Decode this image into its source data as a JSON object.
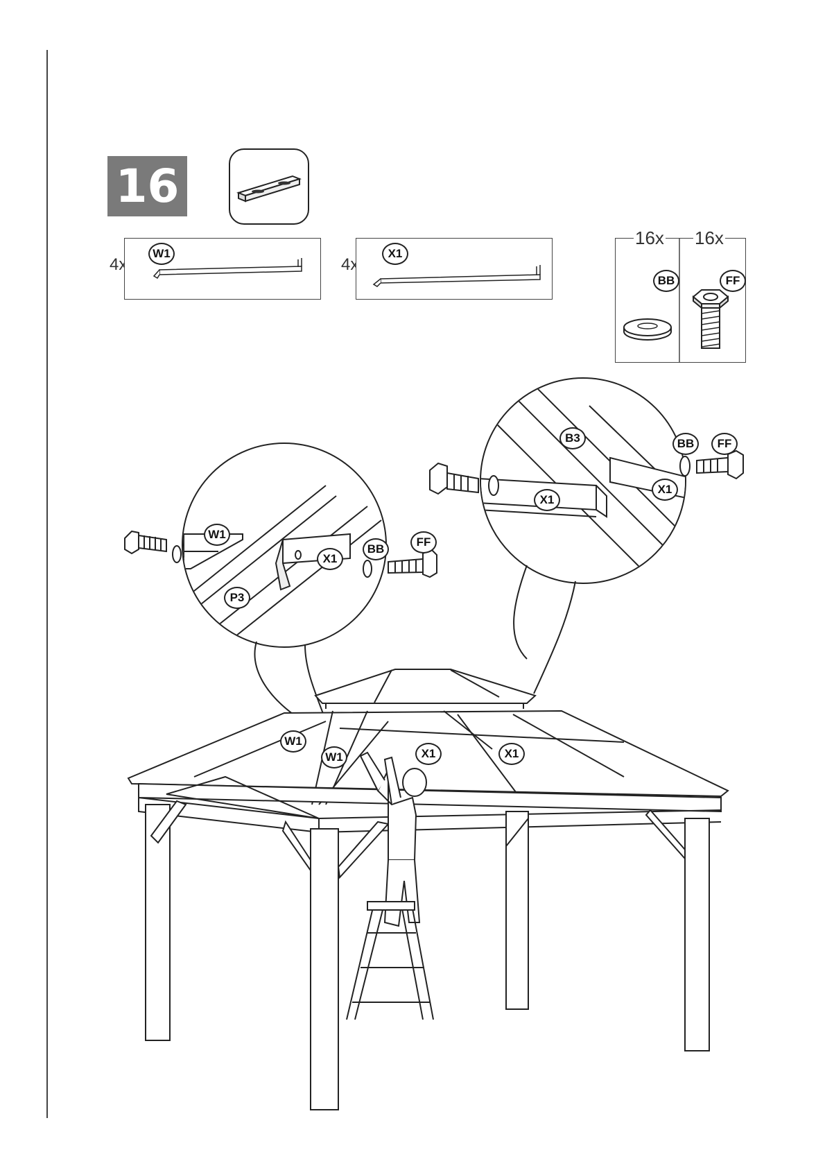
{
  "step": {
    "number": "16"
  },
  "parts": [
    {
      "qty": "4x",
      "code": "W1"
    },
    {
      "qty": "4x",
      "code": "X1"
    }
  ],
  "hardware": [
    {
      "qty": "16x",
      "code": "BB"
    },
    {
      "qty": "16x",
      "code": "FF"
    }
  ],
  "detail_left": {
    "labels": [
      "W1",
      "X1",
      "BB",
      "FF",
      "P3"
    ]
  },
  "detail_right": {
    "labels": [
      "B3",
      "BB",
      "FF",
      "X1",
      "X1"
    ]
  },
  "main_labels": [
    "W1",
    "W1",
    "X1",
    "X1"
  ],
  "icons": {
    "tool": "wrench-bar-icon",
    "washer": "washer-icon",
    "bolt": "hex-bolt-icon"
  }
}
